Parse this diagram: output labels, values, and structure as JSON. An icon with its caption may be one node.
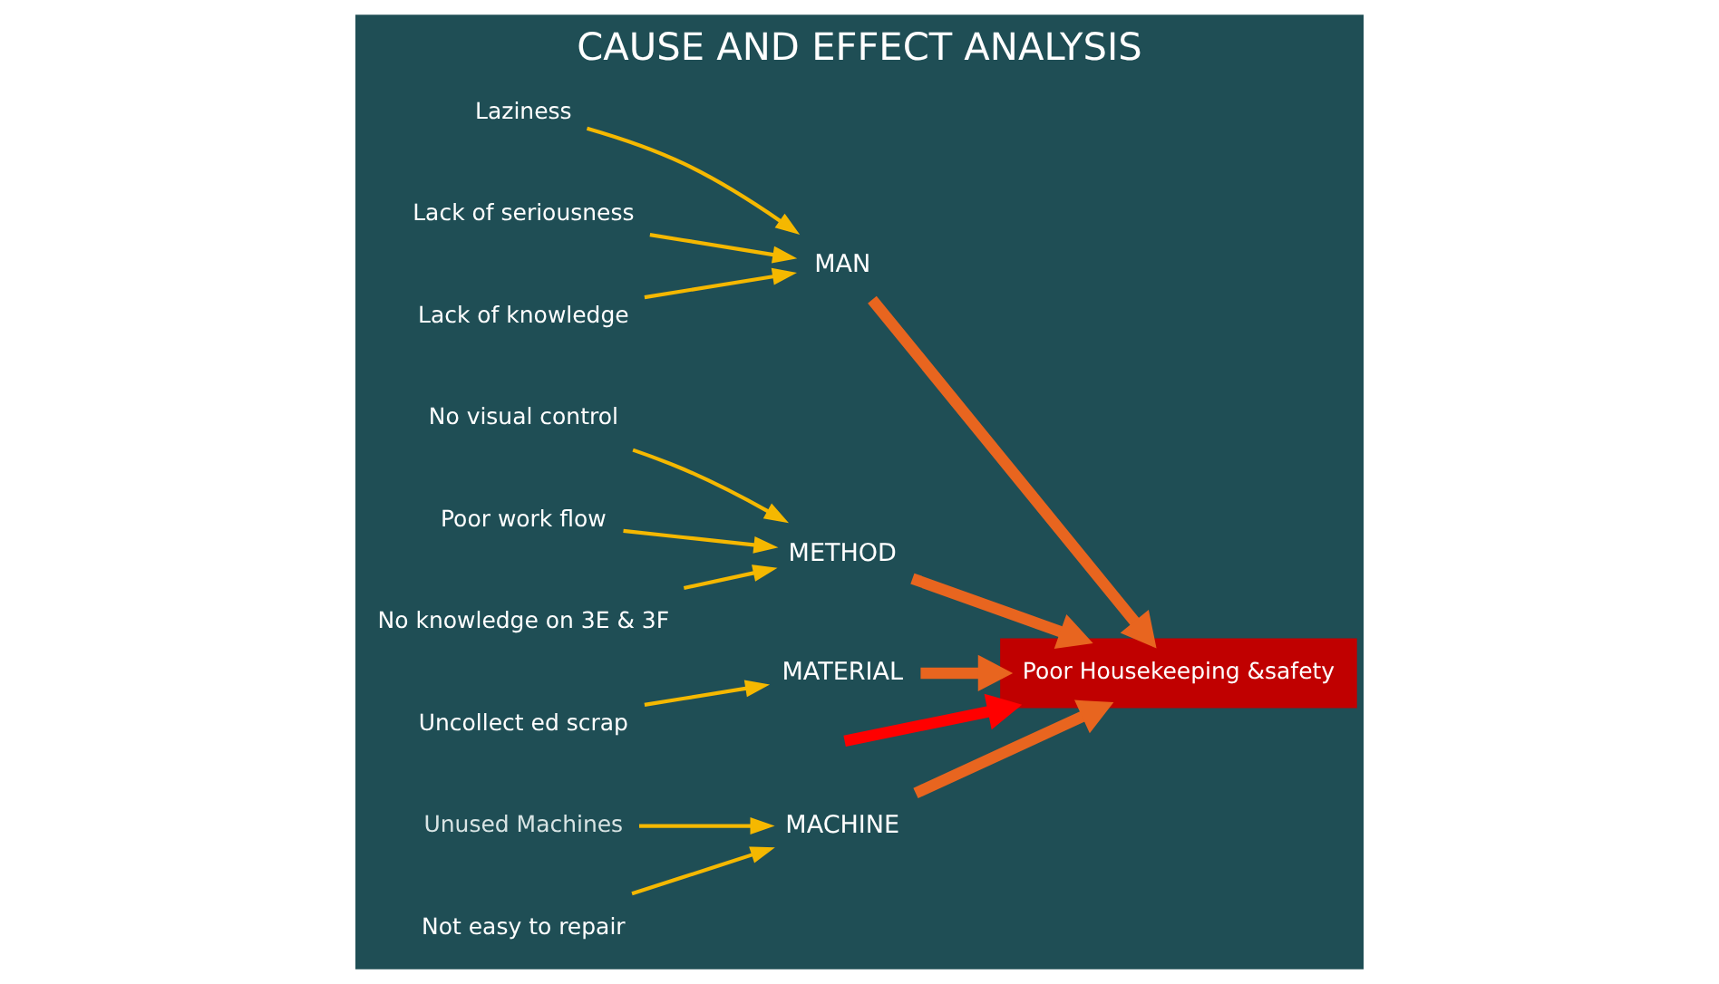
{
  "diagram": {
    "title": "CAUSE AND EFFECT ANALYSIS",
    "nodes": [
      {
        "text": [
          "MACHINE"
        ]
      },
      {
        "text": [
          "Unused Machines"
        ]
      },
      {
        "text": [
          "Not easy to repair"
        ]
      },
      {
        "text": [
          "MAN"
        ]
      },
      {
        "text": [
          "Laziness"
        ]
      },
      {
        "text": [
          "Lack of seriousness"
        ]
      },
      {
        "text": [
          "Lack of knowledge"
        ]
      },
      {
        "text": [
          "No visual control"
        ]
      },
      {
        "text": [
          "Poor work flow"
        ]
      },
      {
        "text": [
          "No knowledge on 3E & 3F"
        ]
      },
      {
        "text": [
          "METHOD"
        ]
      },
      {
        "text": [
          "MATERIAL"
        ]
      },
      {
        "text": [
          "Uncollect ed scrap"
        ]
      },
      {
        "text": [
          "Poor Housekeeping &safety"
        ]
      }
    ],
    "edges": [
      {
        "from": 1,
        "to": 0,
        "arrow": "to"
      },
      {
        "from": 2,
        "to": 0,
        "arrow": "to"
      },
      {
        "from": 4,
        "to": 3,
        "arrow": "to"
      },
      {
        "from": 5,
        "to": 3,
        "arrow": "to"
      },
      {
        "from": 6,
        "to": 3,
        "arrow": "to"
      },
      {
        "from": 7,
        "to": 10,
        "arrow": "to"
      },
      {
        "from": 8,
        "to": 10,
        "arrow": "to"
      },
      {
        "from": 9,
        "to": 10,
        "arrow": "to"
      },
      {
        "from": 12,
        "to": 11,
        "arrow": "to"
      },
      {
        "from": null,
        "to": 13,
        "arrow": "to",
        "style": "thick",
        "color": "#ff0000"
      },
      {
        "from": 0,
        "to": 13,
        "arrow": "to",
        "style": "thick",
        "color": "#e8651f"
      },
      {
        "from": 3,
        "to": 13,
        "arrow": "to",
        "style": "thick",
        "color": "#e8651f"
      },
      {
        "from": 10,
        "to": 13,
        "arrow": "to",
        "style": "thick",
        "color": "#e8651f"
      },
      {
        "from": 11,
        "to": 13,
        "arrow": "to",
        "style": "thick",
        "color": "#e8651f"
      }
    ]
  }
}
